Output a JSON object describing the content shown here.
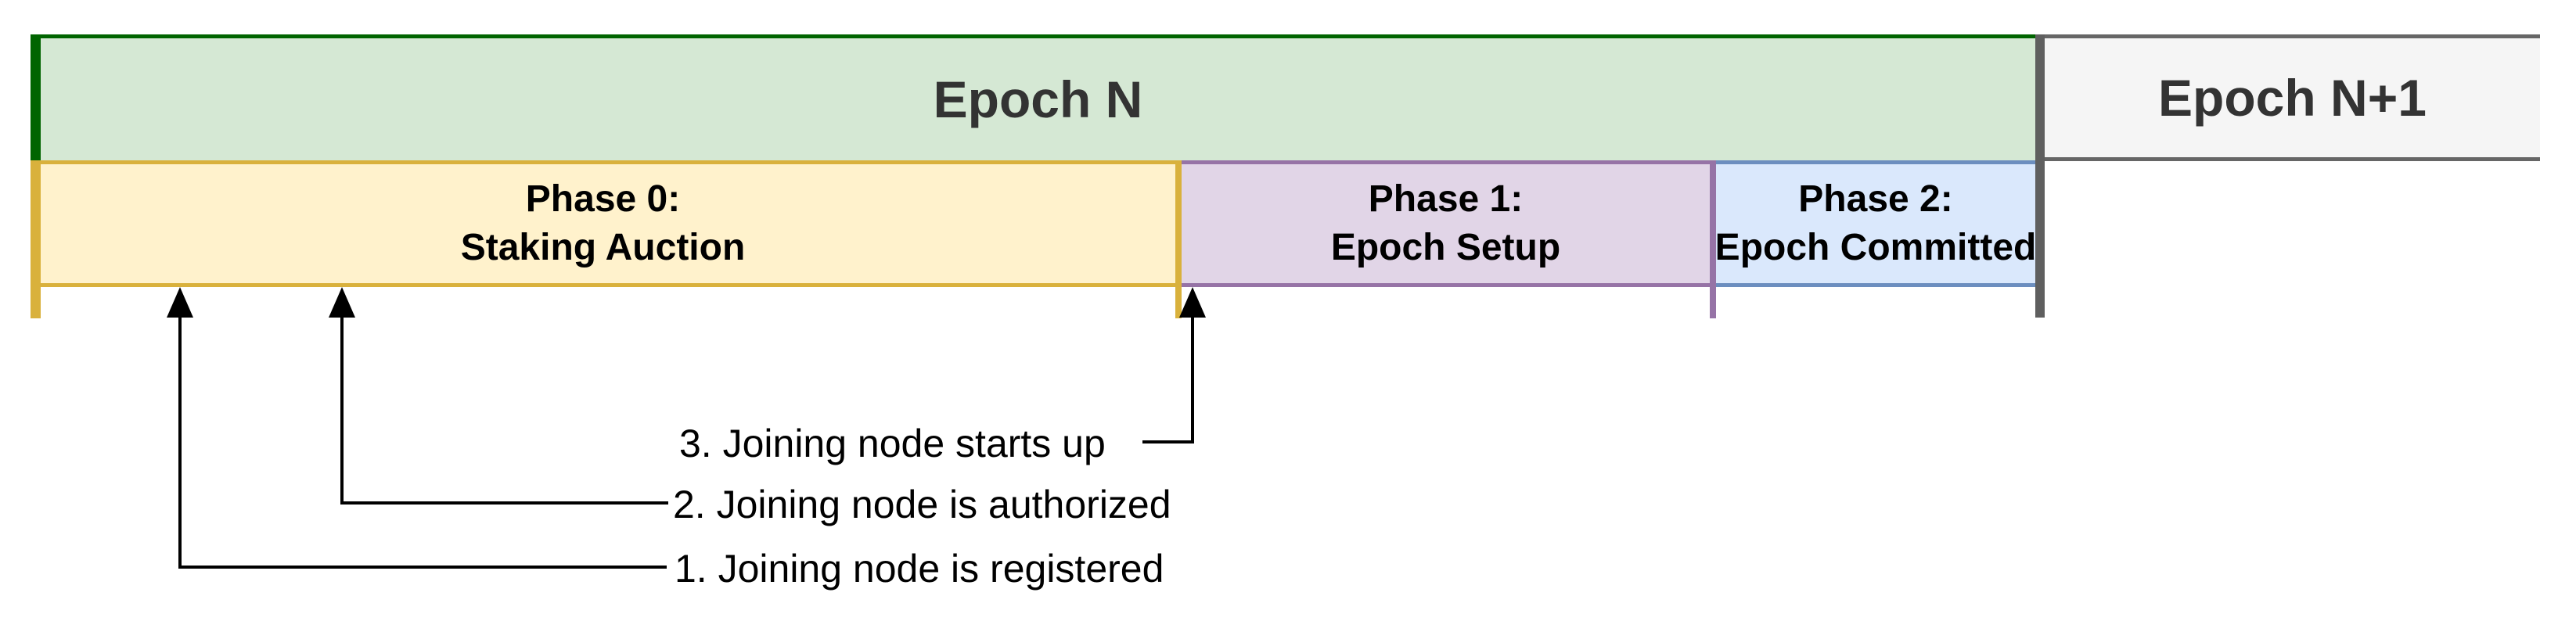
{
  "diagram": {
    "title_row": {
      "epoch_n": "Epoch N",
      "epoch_n_plus_1": "Epoch N+1",
      "epoch_n_colors": {
        "fill": "#d5e8d4",
        "border": "#006400",
        "text": "#333333"
      },
      "epoch_n_plus_1_colors": {
        "fill": "#f5f5f5",
        "border": "#666666",
        "text": "#333333"
      },
      "divider_color": "#5f5f5f"
    },
    "phases": [
      {
        "name": "Phase 0:",
        "subtitle": "Staking Auction",
        "fill": "#fff2cc",
        "border": "#d9b13c"
      },
      {
        "name": "Phase 1:",
        "subtitle": "Epoch Setup",
        "fill": "#e1d5e7",
        "border": "#9673a6"
      },
      {
        "name": "Phase 2:",
        "subtitle": "Epoch Committed",
        "fill": "#dae8fc",
        "border": "#6c8ebf"
      }
    ],
    "annotations": [
      {
        "text": "1. Joining node is registered"
      },
      {
        "text": "2. Joining node is authorized"
      },
      {
        "text": "3. Joining node starts up"
      }
    ],
    "connector_color": "#000000"
  }
}
